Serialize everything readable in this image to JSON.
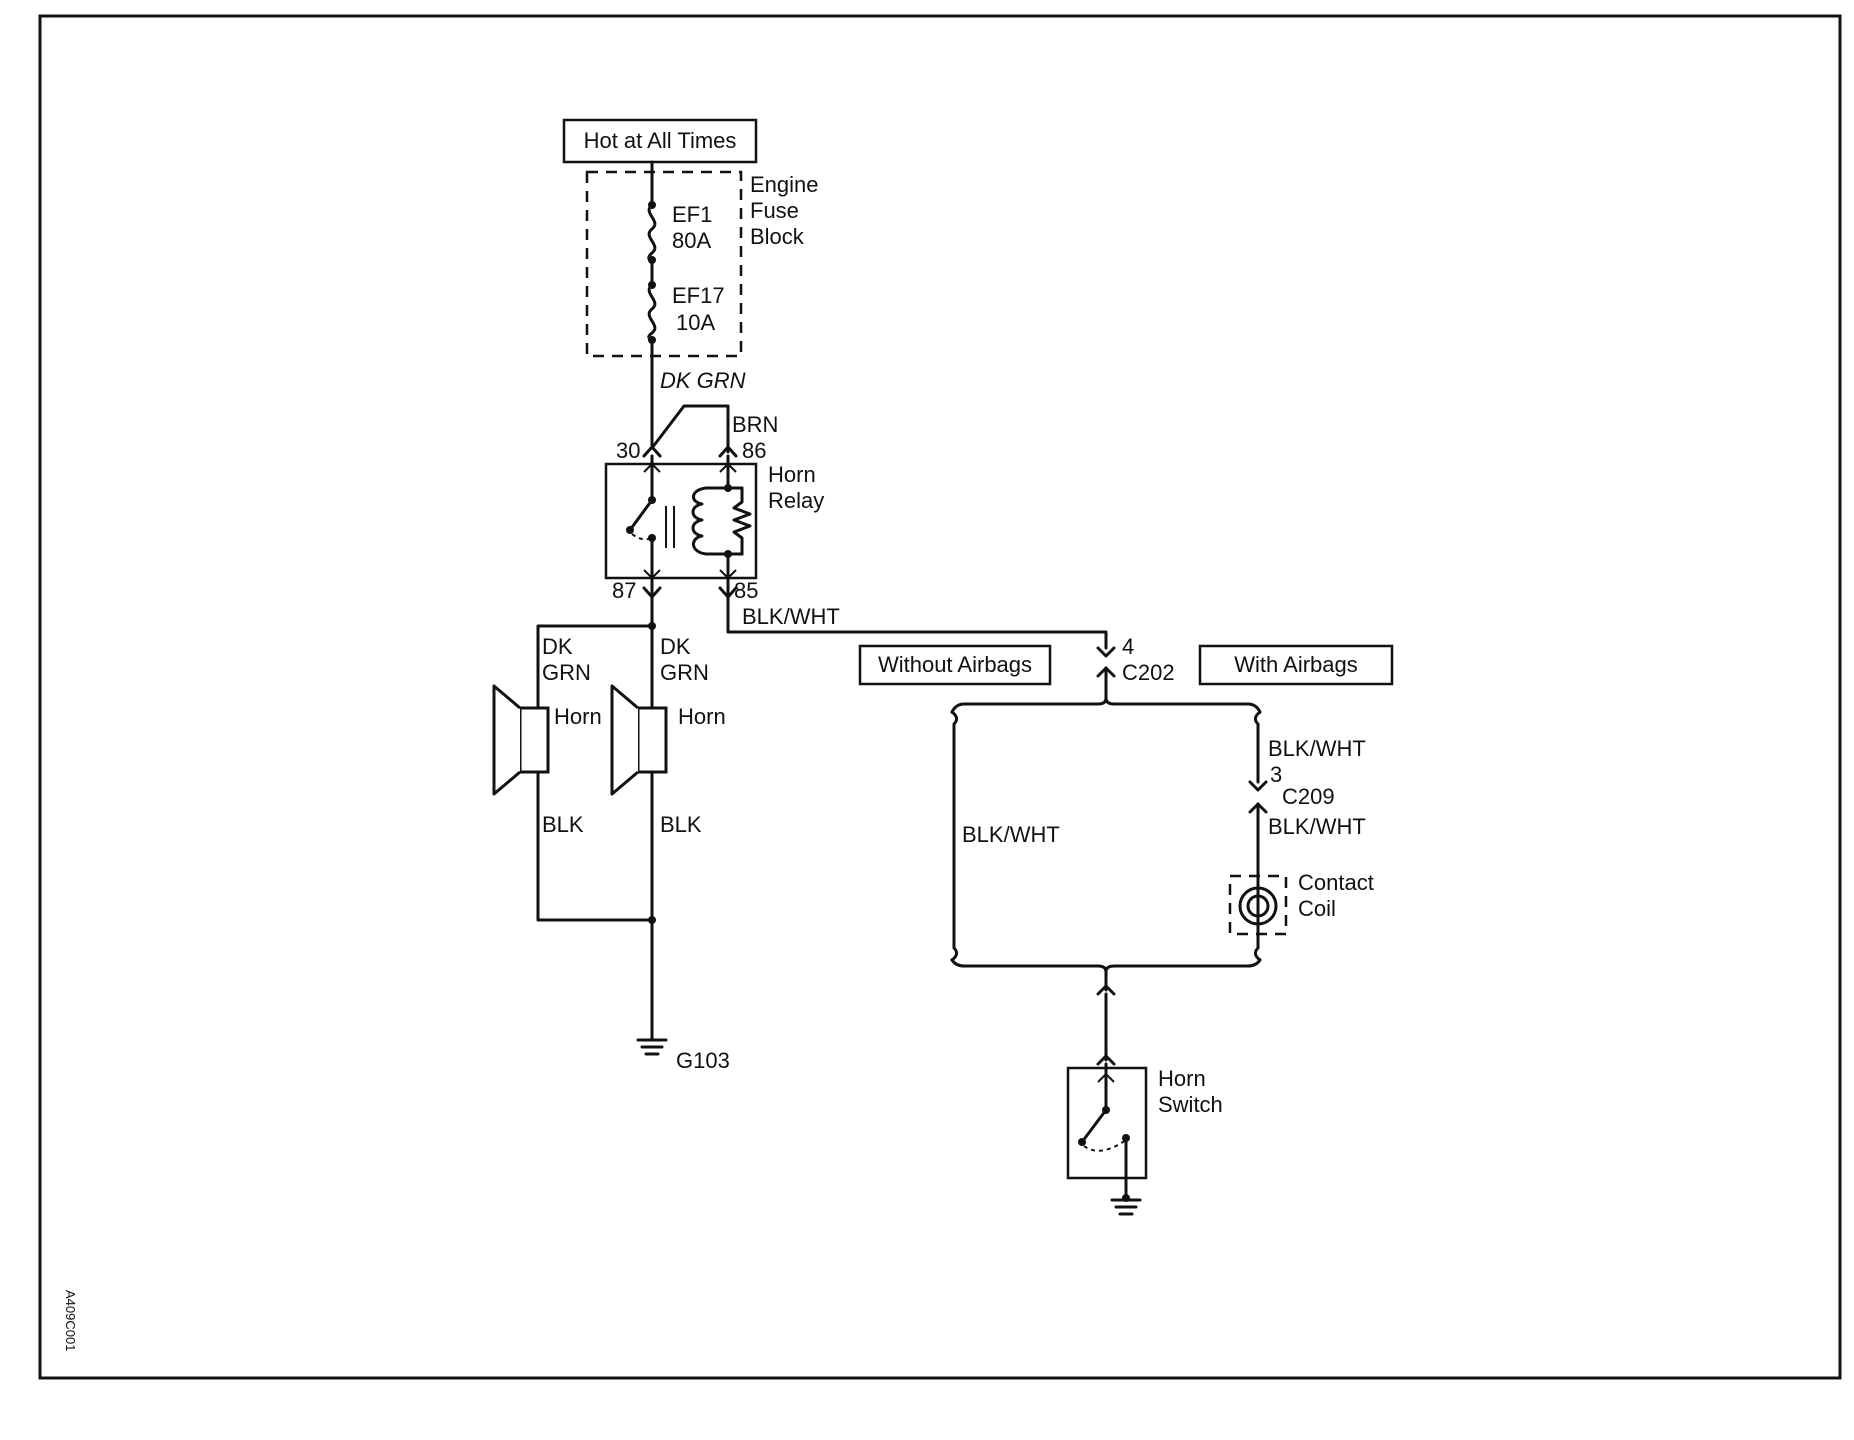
{
  "diagram": {
    "power_label": "Hot at All Times",
    "fuse_block": {
      "line1": "Engine",
      "line2": "Fuse",
      "line3": "Block"
    },
    "fuse1": {
      "name": "EF1",
      "rating": "80A"
    },
    "fuse2": {
      "name": "EF17",
      "rating": "10A"
    },
    "wire_dkgrn": "DK GRN",
    "wire_brn": "BRN",
    "relay": {
      "line1": "Horn",
      "line2": "Relay",
      "pin30": "30",
      "pin86": "86",
      "pin87": "87",
      "pin85": "85"
    },
    "wire_blkwht": "BLK/WHT",
    "horn_left": {
      "wire_top1": "DK",
      "wire_top2": "GRN",
      "label": "Horn",
      "wire_bottom": "BLK"
    },
    "horn_right": {
      "wire_top1": "DK",
      "wire_top2": "GRN",
      "label": "Horn",
      "wire_bottom": "BLK"
    },
    "ground1": "G103",
    "option_without": "Without Airbags",
    "option_with": "With Airbags",
    "c202": {
      "pin": "4",
      "name": "C202"
    },
    "c209": {
      "pin": "3",
      "name": "C209"
    },
    "wire_without": "BLK/WHT",
    "wire_with_top": "BLK/WHT",
    "wire_with_mid": "BLK/WHT",
    "contact_coil": {
      "line1": "Contact",
      "line2": "Coil"
    },
    "horn_switch": {
      "line1": "Horn",
      "line2": "Switch"
    },
    "figure_id": "A409C001"
  }
}
